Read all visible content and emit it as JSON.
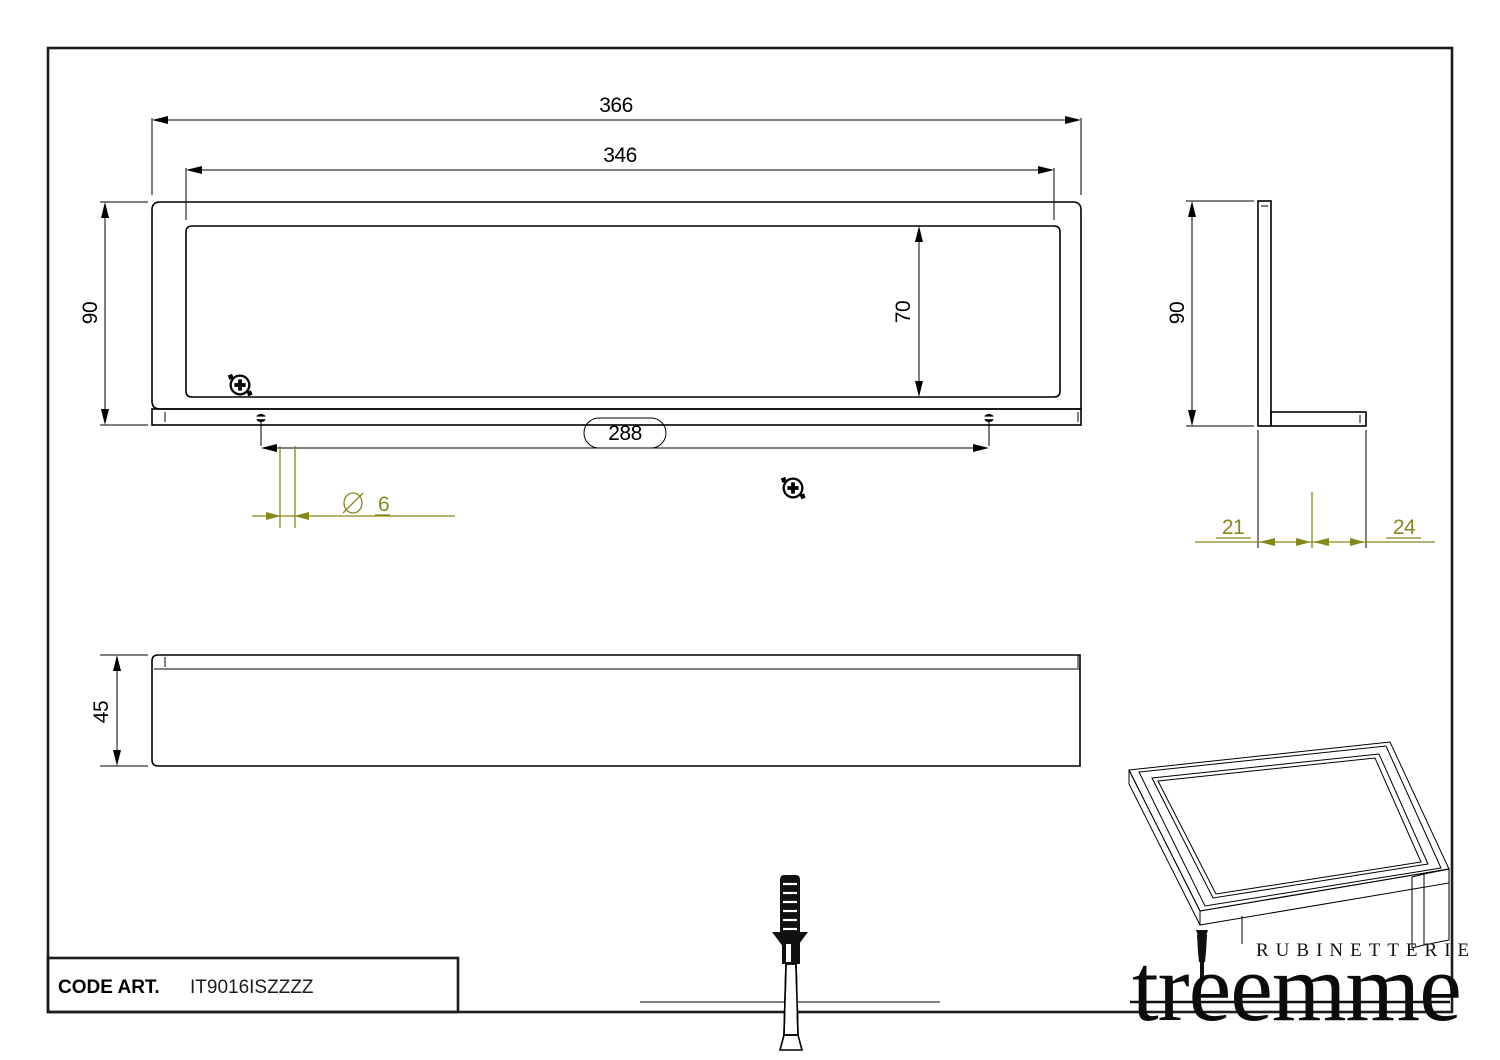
{
  "sheet": {
    "title_block_label": "CODE ART.",
    "article_code": "IT9016ISZZZZ",
    "brand_name": "treemme",
    "brand_subtitle": "RUBINETTERIE",
    "accent_color": "#86871d",
    "line_color": "#000000",
    "background": "#ffffff"
  },
  "views": {
    "front": {
      "name": "front-view",
      "dimensions": {
        "overall_width": "366",
        "inner_width": "346",
        "overall_height": "90",
        "recess_height": "70",
        "hole_spacing": "288",
        "hole_diameter": "Ø 6"
      }
    },
    "side": {
      "name": "side-view",
      "dimensions": {
        "height": "90",
        "back_plate_depth": "21",
        "shelf_depth": "24"
      }
    },
    "bottom": {
      "name": "bottom-view",
      "dimensions": {
        "depth": "45"
      }
    },
    "isometric": {
      "name": "isometric-view"
    },
    "hardware": {
      "name": "wall-anchor-detail"
    }
  },
  "markers": {
    "screw_symbol_1": "screw-cross-symbol",
    "screw_symbol_2": "screw-cross-symbol",
    "hole_marker_left": "hole-marker",
    "hole_marker_right": "hole-marker"
  }
}
